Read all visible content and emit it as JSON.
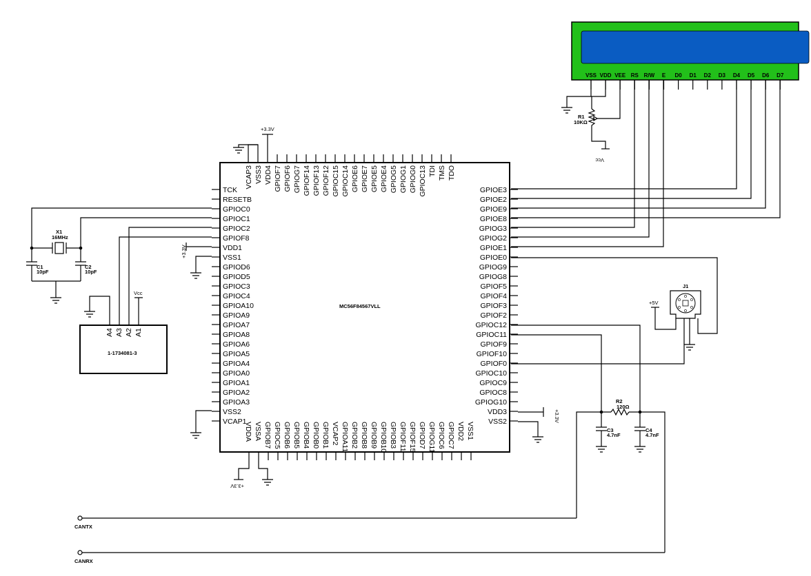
{
  "mcu": {
    "part": "MC56F84567VLL",
    "left_pins": [
      "TCK",
      "RESETB",
      "GPIOC0",
      "GPIOC1",
      "GPIOC2",
      "GPIOF8",
      "VDD1",
      "VSS1",
      "GPIOD6",
      "GPIOD5",
      "GPIOC3",
      "GPIOC4",
      "GPIOA10",
      "GPIOA9",
      "GPIOA7",
      "GPIOA8",
      "GPIOA6",
      "GPIOA5",
      "GPIOA4",
      "GPIOA0",
      "GPIOA1",
      "GPIOA2",
      "GPIOA3",
      "VSS2",
      "VCAP1"
    ],
    "right_pins": [
      "GPIOE3",
      "GPIOE2",
      "GPIOE9",
      "GPIOE8",
      "GPIOG3",
      "GPIOG2",
      "GPIOE1",
      "GPIOE0",
      "GPIOG9",
      "GPIOG8",
      "GPIOF5",
      "GPIOF4",
      "GPIOF3",
      "GPIOF2",
      "GPIOC12",
      "GPIOC11",
      "GPIOF9",
      "GPIOF10",
      "GPIOF0",
      "GPIOC10",
      "GPIOC9",
      "GPIOC8",
      "GPIOG10",
      "VDD3",
      "VSS2"
    ],
    "top_pins": [
      "VCAP3",
      "VSS3",
      "VDD4",
      "GPIOF7",
      "GPIOF6",
      "GPIOG7",
      "GPIOF14",
      "GPIOF13",
      "GPIOF12",
      "GPIOC15",
      "GPIOC14",
      "GPIOE6",
      "GPIOE7",
      "GPIOE5",
      "GPIOE4",
      "GPIOG5",
      "GPIOG1",
      "GPIOG0",
      "GPIOC13",
      "TDI",
      "TMS",
      "TDO"
    ],
    "bottom_pins": [
      "VDDA",
      "VSSA",
      "GPIOB7",
      "GPIOC5",
      "GPIOB6",
      "GPIOB5",
      "GPIOB4",
      "GPIOB0",
      "GPIOB1",
      "VCAP2",
      "GPIOA11",
      "GPIOB2",
      "GPIOB8",
      "GPIOB9",
      "GPIOB10",
      "GPIOB3",
      "GPIOF11",
      "GPIOF15",
      "GPIOD7",
      "GPIOG11",
      "GPIOC6",
      "GPIOC7",
      "VDD2",
      "VSS1"
    ]
  },
  "lcd": {
    "pins": [
      "VSS",
      "VDD",
      "VEE",
      "RS",
      "R/W",
      "E",
      "D0",
      "D1",
      "D2",
      "D3",
      "D4",
      "D5",
      "D6",
      "D7"
    ],
    "screen_color": "#0a5cc2",
    "bezel_color": "#22c01a"
  },
  "crystal": {
    "ref": "X1",
    "value": "16MHz"
  },
  "capacitors": [
    {
      "ref": "C1",
      "value": "10pF"
    },
    {
      "ref": "C2",
      "value": "10pF"
    },
    {
      "ref": "C3",
      "value": "4.7nF"
    },
    {
      "ref": "C4",
      "value": "4.7nF"
    }
  ],
  "resistors": [
    {
      "ref": "R1",
      "value": "10KΩ"
    },
    {
      "ref": "R2",
      "value": "120Ω"
    }
  ],
  "connector_j1": {
    "ref": "J1"
  },
  "header": {
    "part": "1-1734081-3",
    "pins": [
      "A4",
      "A3",
      "A2",
      "A1"
    ]
  },
  "power_labels": {
    "mcu_top": "+3.3V",
    "vdd1": "+3.3V",
    "vdd3": "+3.3V",
    "vdda": "+3.3V",
    "j1_supply": "+5V",
    "header_vcc": "Vcc",
    "pot_vcc": "Vcc"
  },
  "terminals": {
    "cantx": "CANTX",
    "canrx": "CANRX"
  }
}
